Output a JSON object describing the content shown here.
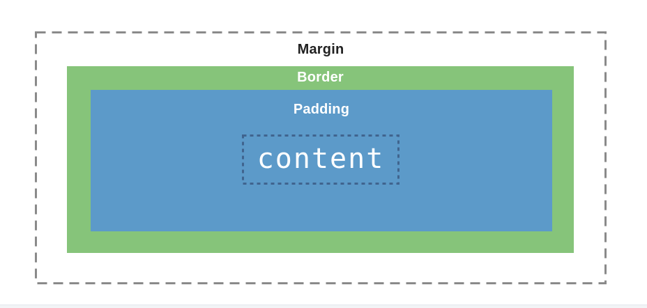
{
  "colors": {
    "margin-dash": "#8A8A8A",
    "margin-text": "#212121",
    "border-fill": "#86C47A",
    "padding-fill": "#5C9AC9",
    "content-dash": "#40648E",
    "inner-text": "#FFFFFF",
    "page-bg": "#FFFFFF",
    "footer-strip": "#F2F4F6"
  },
  "box_model": {
    "margin_label": "Margin",
    "border_label": "Border",
    "padding_label": "Padding",
    "content_label": "content"
  }
}
